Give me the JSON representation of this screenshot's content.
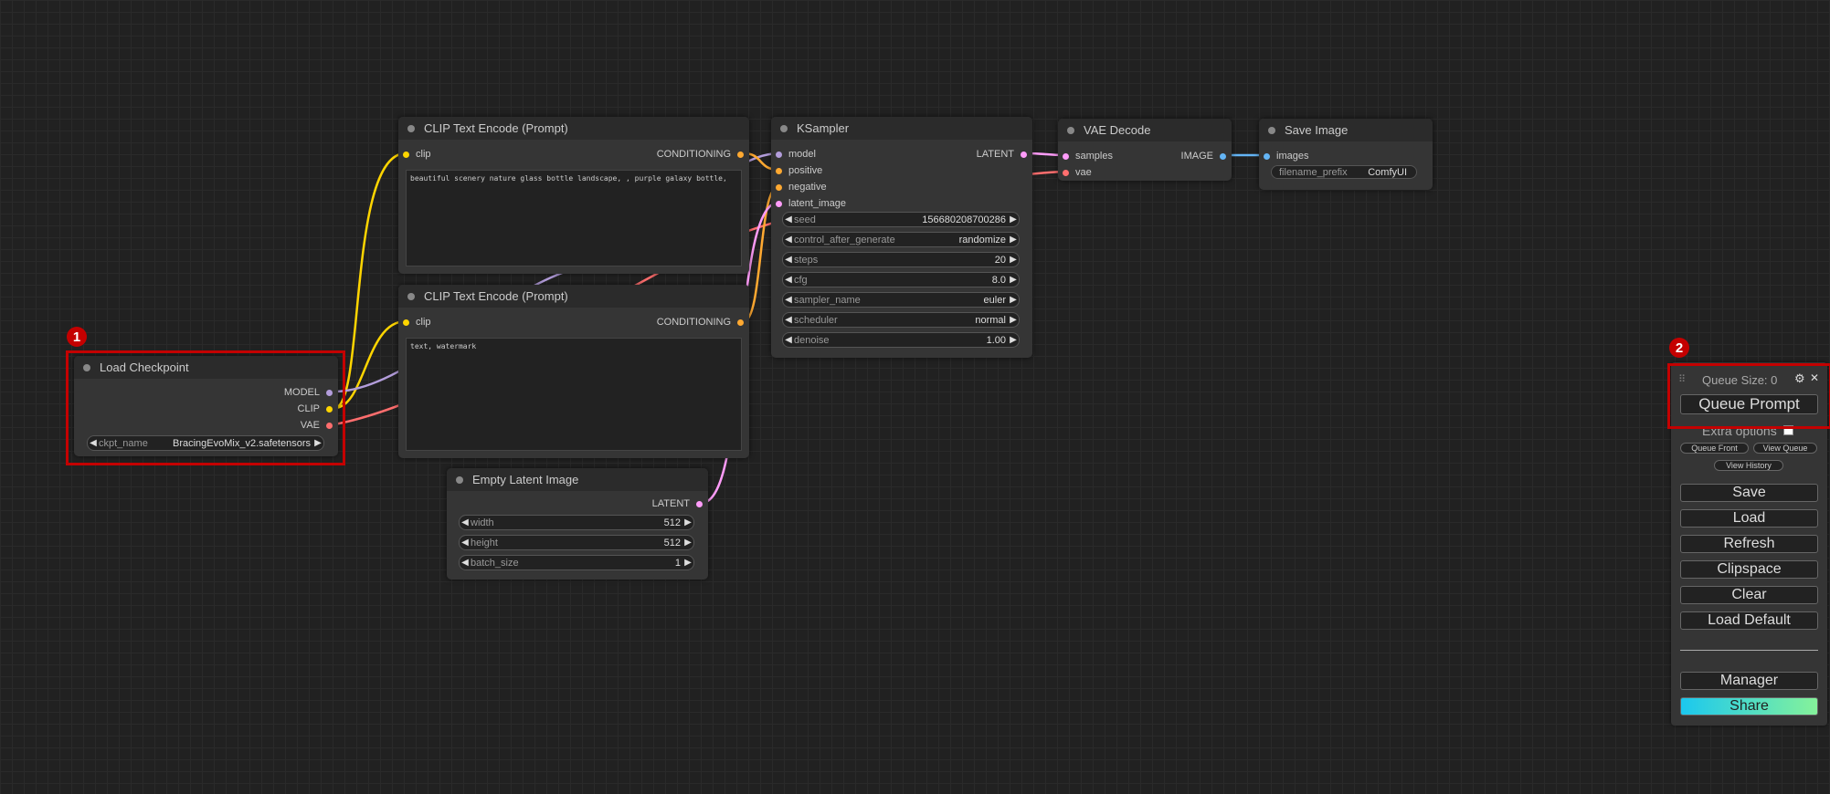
{
  "nodes": {
    "load_checkpoint": {
      "title": "Load Checkpoint",
      "outputs": [
        "MODEL",
        "CLIP",
        "VAE"
      ],
      "widget": {
        "label": "ckpt_name",
        "value": "BracingEvoMix_v2.safetensors"
      }
    },
    "clip_text_encode_1": {
      "title": "CLIP Text Encode (Prompt)",
      "input": "clip",
      "output": "CONDITIONING",
      "text": "beautiful scenery nature glass bottle landscape, , purple galaxy bottle,"
    },
    "clip_text_encode_2": {
      "title": "CLIP Text Encode (Prompt)",
      "input": "clip",
      "output": "CONDITIONING",
      "text": "text, watermark"
    },
    "empty_latent": {
      "title": "Empty Latent Image",
      "output": "LATENT",
      "widgets": [
        {
          "label": "width",
          "value": "512"
        },
        {
          "label": "height",
          "value": "512"
        },
        {
          "label": "batch_size",
          "value": "1"
        }
      ]
    },
    "ksampler": {
      "title": "KSampler",
      "inputs": [
        "model",
        "positive",
        "negative",
        "latent_image"
      ],
      "output": "LATENT",
      "widgets": [
        {
          "label": "seed",
          "value": "156680208700286"
        },
        {
          "label": "control_after_generate",
          "value": "randomize"
        },
        {
          "label": "steps",
          "value": "20"
        },
        {
          "label": "cfg",
          "value": "8.0"
        },
        {
          "label": "sampler_name",
          "value": "euler"
        },
        {
          "label": "scheduler",
          "value": "normal"
        },
        {
          "label": "denoise",
          "value": "1.00"
        }
      ]
    },
    "vae_decode": {
      "title": "VAE Decode",
      "inputs": [
        "samples",
        "vae"
      ],
      "output": "IMAGE"
    },
    "save_image": {
      "title": "Save Image",
      "input": "images",
      "widget": {
        "label": "filename_prefix",
        "value": "ComfyUI"
      }
    }
  },
  "annotations": {
    "badge1": "1",
    "badge2": "2"
  },
  "menu": {
    "queue_size": "Queue Size: 0",
    "gear_icon": "⚙",
    "close_icon": "✕",
    "queue_prompt": "Queue Prompt",
    "extra_options": "Extra options",
    "queue_front": "Queue Front",
    "view_queue": "View Queue",
    "view_history": "View History",
    "save": "Save",
    "load": "Load",
    "refresh": "Refresh",
    "clipspace": "Clipspace",
    "clear": "Clear",
    "load_default": "Load Default",
    "manager": "Manager",
    "share": "Share"
  },
  "colors": {
    "clip": "#ffd500",
    "model": "#b39ddb",
    "vae": "#ff6e6e",
    "conditioning": "#ffa931",
    "latent": "#ff9cf9",
    "image": "#64b5f6",
    "highlight": "#c40000"
  }
}
